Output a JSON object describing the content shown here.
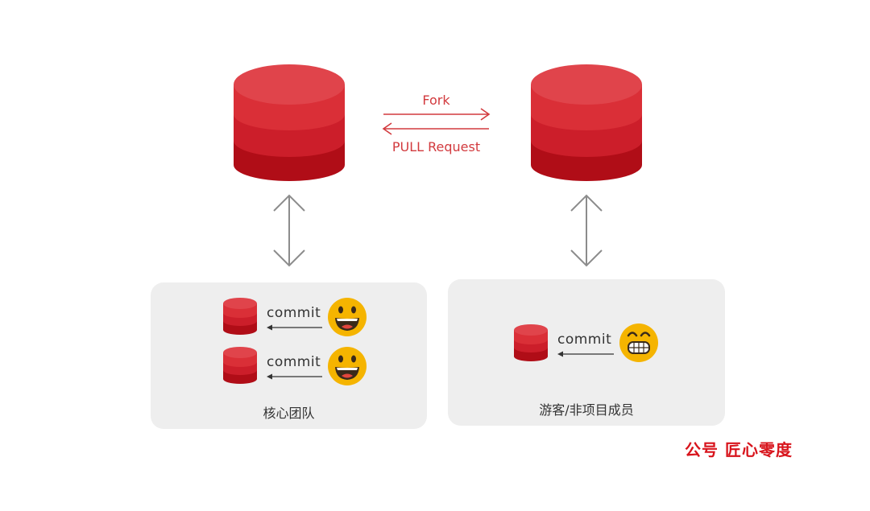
{
  "diagram": {
    "top_arrows": {
      "fork_label": "Fork",
      "pull_label": "PULL Request"
    },
    "left_panel": {
      "caption": "核心团队",
      "commit_label": "commit"
    },
    "right_panel": {
      "caption": "游客/非项目成员",
      "commit_label": "commit"
    },
    "watermark": "公号  匠心零度",
    "colors": {
      "db_light": "#e0444b",
      "db_mid": "#cc1e2a",
      "db_dark": "#b00d17",
      "arrow_red": "#d23a3e",
      "arrow_gray": "#8c8c8c",
      "panel_bg": "#eeeeee",
      "smiley": "#f5b400"
    },
    "icons": [
      "database-icon",
      "smiley-icon",
      "grin-icon"
    ]
  }
}
